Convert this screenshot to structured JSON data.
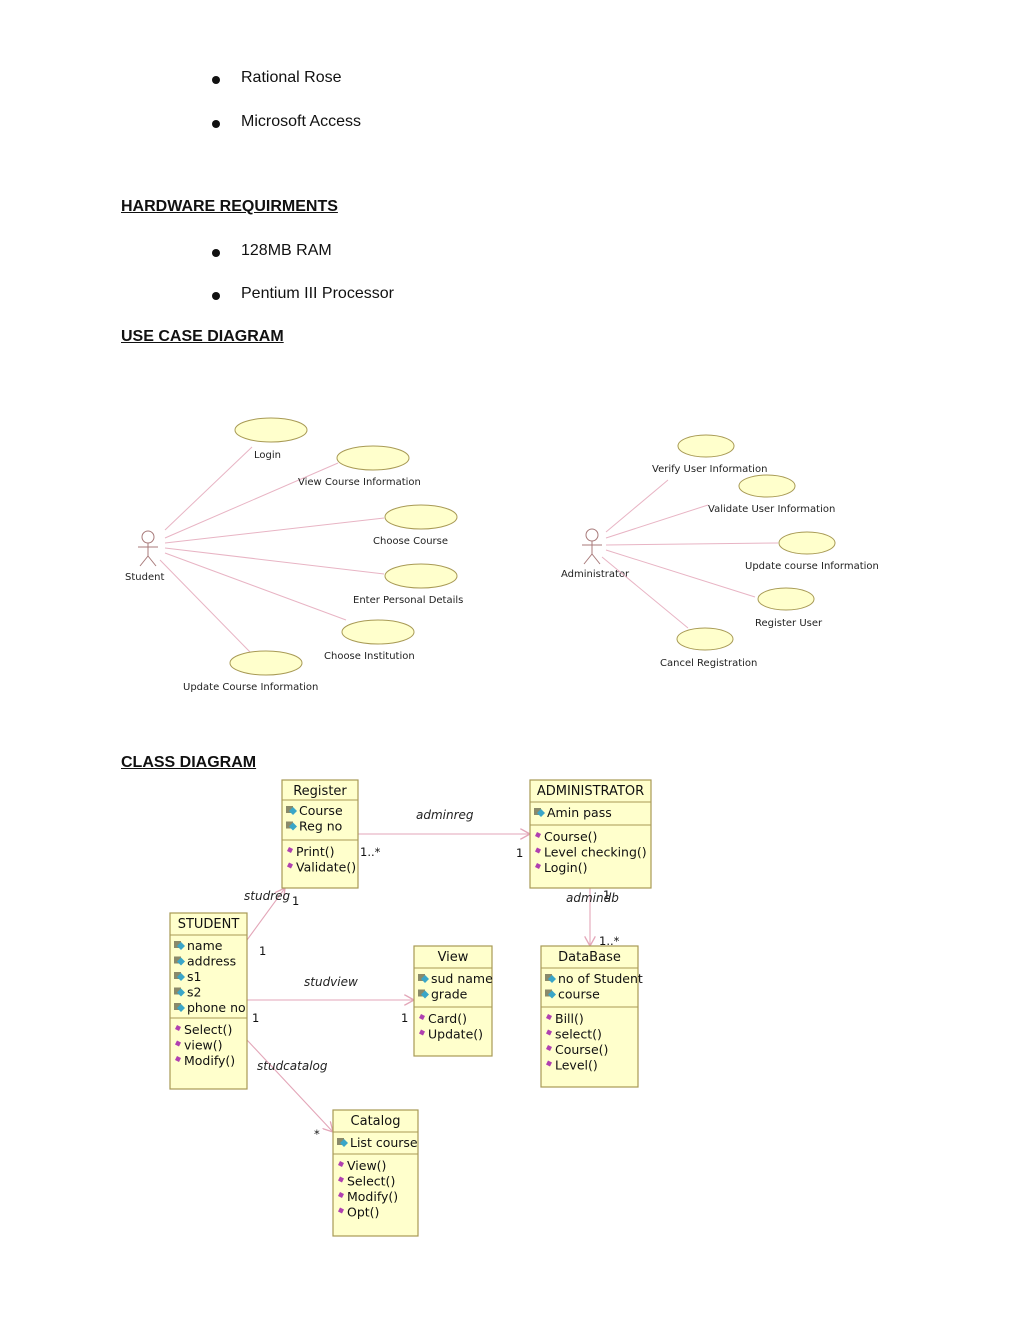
{
  "software_list": [
    "Rational Rose",
    "Microsoft Access"
  ],
  "hardware_heading": "HARDWARE REQUIRMENTS",
  "hardware_list": [
    "128MB RAM",
    "Pentium III Processor"
  ],
  "usecase_heading": "USE CASE DIAGRAM",
  "class_heading": "CLASS DIAGRAM",
  "usecase": {
    "student_actor": "Student",
    "student_cases": [
      "Login",
      "View Course Information",
      "Choose Course",
      "Enter Personal Details",
      "Choose Institution",
      "Update Course Information"
    ],
    "admin_actor": "Administrator",
    "admin_cases": [
      "Verify User Information",
      "Validate User Information",
      "Update course Information",
      "Register User",
      "Cancel Registration"
    ]
  },
  "classes": {
    "register": {
      "name": "Register",
      "attrs": [
        "Course",
        "Reg no"
      ],
      "ops": [
        "Print()",
        "Validate()"
      ]
    },
    "administrator": {
      "name": "ADMINISTRATOR",
      "attrs": [
        "Amin pass"
      ],
      "ops": [
        "Course()",
        "Level checking()",
        "Login()"
      ]
    },
    "student": {
      "name": "STUDENT",
      "attrs": [
        "name",
        "address",
        "s1",
        "s2",
        "phone no"
      ],
      "ops": [
        "Select()",
        "view()",
        "Modify()"
      ]
    },
    "view": {
      "name": "View",
      "attrs": [
        "sud name",
        "grade"
      ],
      "ops": [
        "Card()",
        "Update()"
      ]
    },
    "database": {
      "name": "DataBase",
      "attrs": [
        "no of Student",
        "course"
      ],
      "ops": [
        "Bill()",
        "select()",
        "Course()",
        "Level()"
      ]
    },
    "catalog": {
      "name": "Catalog",
      "attrs": [
        "List course"
      ],
      "ops": [
        "View()",
        "Select()",
        "Modify()",
        "Opt()"
      ]
    }
  },
  "relations": {
    "adminreg": "adminreg",
    "admindb": "admindb",
    "studreg": "studreg",
    "studview": "studview",
    "studcatalog": "studcatalog"
  },
  "multiplicities": {
    "reg_adminreg": "1..*",
    "admin_adminreg": "1",
    "admin_admindb": "1",
    "db_admindb": "1..*",
    "reg_studreg": "1",
    "stud_studreg": "1",
    "stud_studview": "1",
    "view_studview": "1",
    "stud_studcatalog": "1",
    "catalog_studcatalog": "*"
  },
  "colors": {
    "class_fill": "#ffffcc",
    "class_border": "#a89a55",
    "usecase_fill": "#ffffcc",
    "relation_line": "#e3a6b8",
    "op_icon": "#b040b0",
    "attr_icon": "#3aa6c8"
  }
}
